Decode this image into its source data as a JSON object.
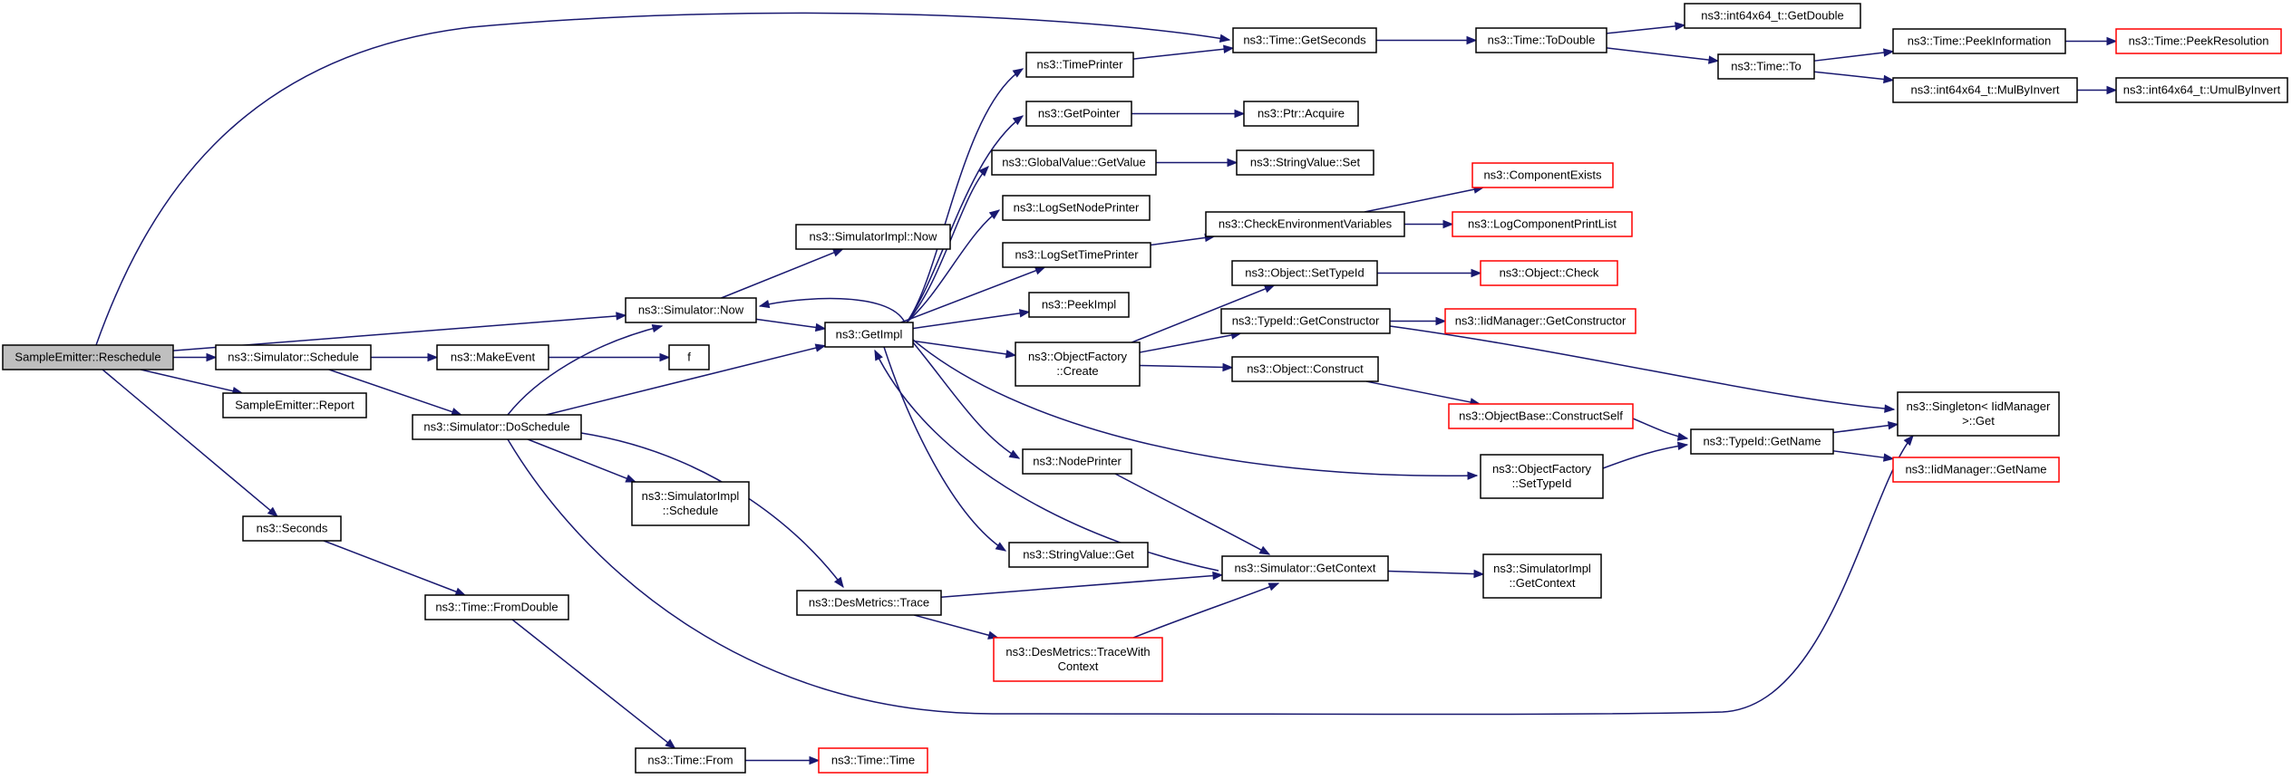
{
  "colors": {
    "edge": "#191970",
    "node_border": "#000000",
    "linked_border": "#ff0000",
    "root_fill": "#bfbfbf",
    "node_fill": "#ffffff"
  },
  "nodes": [
    {
      "id": "reschedule",
      "lines": [
        "SampleEmitter::Reschedule"
      ],
      "style": "root"
    },
    {
      "id": "schedule",
      "lines": [
        "ns3::Simulator::Schedule"
      ],
      "style": "normal"
    },
    {
      "id": "report",
      "lines": [
        "SampleEmitter::Report"
      ],
      "style": "normal"
    },
    {
      "id": "seconds",
      "lines": [
        "ns3::Seconds"
      ],
      "style": "normal"
    },
    {
      "id": "now",
      "lines": [
        "ns3::Simulator::Now"
      ],
      "style": "normal"
    },
    {
      "id": "getseconds",
      "lines": [
        "ns3::Time::GetSeconds"
      ],
      "style": "normal"
    },
    {
      "id": "makeevent",
      "lines": [
        "ns3::MakeEvent"
      ],
      "style": "normal"
    },
    {
      "id": "doschedule",
      "lines": [
        "ns3::Simulator::DoSchedule"
      ],
      "style": "normal"
    },
    {
      "id": "fromdouble",
      "lines": [
        "ns3::Time::FromDouble"
      ],
      "style": "normal"
    },
    {
      "id": "simimplnow",
      "lines": [
        "ns3::SimulatorImpl::Now"
      ],
      "style": "normal"
    },
    {
      "id": "getimpl",
      "lines": [
        "ns3::GetImpl"
      ],
      "style": "normal"
    },
    {
      "id": "f",
      "lines": [
        "f"
      ],
      "style": "normal"
    },
    {
      "id": "simimplschedule",
      "lines": [
        "ns3::SimulatorImpl",
        "::Schedule"
      ],
      "style": "normal"
    },
    {
      "id": "desmetricstrace",
      "lines": [
        "ns3::DesMetrics::Trace"
      ],
      "style": "normal"
    },
    {
      "id": "timefrom",
      "lines": [
        "ns3::Time::From"
      ],
      "style": "normal"
    },
    {
      "id": "timeprinter",
      "lines": [
        "ns3::TimePrinter"
      ],
      "style": "normal"
    },
    {
      "id": "getpointer",
      "lines": [
        "ns3::GetPointer"
      ],
      "style": "normal"
    },
    {
      "id": "globalvalue",
      "lines": [
        "ns3::GlobalValue::GetValue"
      ],
      "style": "normal"
    },
    {
      "id": "logsetnodeprinter",
      "lines": [
        "ns3::LogSetNodePrinter"
      ],
      "style": "normal"
    },
    {
      "id": "logsettimeprinter",
      "lines": [
        "ns3::LogSetTimePrinter"
      ],
      "style": "normal"
    },
    {
      "id": "peekimpl",
      "lines": [
        "ns3::PeekImpl"
      ],
      "style": "normal"
    },
    {
      "id": "objfactorycreate",
      "lines": [
        "ns3::ObjectFactory",
        "::Create"
      ],
      "style": "normal"
    },
    {
      "id": "nodeprinter",
      "lines": [
        "ns3::NodePrinter"
      ],
      "style": "normal"
    },
    {
      "id": "stringvalueget",
      "lines": [
        "ns3::StringValue::Get"
      ],
      "style": "normal"
    },
    {
      "id": "tracewithcontext",
      "lines": [
        "ns3::DesMetrics::TraceWith",
        "Context"
      ],
      "style": "linked"
    },
    {
      "id": "timetime",
      "lines": [
        "ns3::Time::Time"
      ],
      "style": "linked"
    },
    {
      "id": "ptracquire",
      "lines": [
        "ns3::Ptr::Acquire"
      ],
      "style": "normal"
    },
    {
      "id": "stringvalueset",
      "lines": [
        "ns3::StringValue::Set"
      ],
      "style": "normal"
    },
    {
      "id": "checkenv",
      "lines": [
        "ns3::CheckEnvironmentVariables"
      ],
      "style": "normal"
    },
    {
      "id": "objsettypeid",
      "lines": [
        "ns3::Object::SetTypeId"
      ],
      "style": "normal"
    },
    {
      "id": "typeidgetctor",
      "lines": [
        "ns3::TypeId::GetConstructor"
      ],
      "style": "normal"
    },
    {
      "id": "objconstruct",
      "lines": [
        "ns3::Object::Construct"
      ],
      "style": "normal"
    },
    {
      "id": "simgetcontext",
      "lines": [
        "ns3::Simulator::GetContext"
      ],
      "style": "normal"
    },
    {
      "id": "todouble",
      "lines": [
        "ns3::Time::ToDouble"
      ],
      "style": "normal"
    },
    {
      "id": "compexists",
      "lines": [
        "ns3::ComponentExists"
      ],
      "style": "linked"
    },
    {
      "id": "logcompprint",
      "lines": [
        "ns3::LogComponentPrintList"
      ],
      "style": "linked"
    },
    {
      "id": "objcheck",
      "lines": [
        "ns3::Object::Check"
      ],
      "style": "linked"
    },
    {
      "id": "iidgetctor",
      "lines": [
        "ns3::IidManager::GetConstructor"
      ],
      "style": "linked"
    },
    {
      "id": "objbasector",
      "lines": [
        "ns3::ObjectBase::ConstructSelf"
      ],
      "style": "linked"
    },
    {
      "id": "objfactorysettypeid",
      "lines": [
        "ns3::ObjectFactory",
        "::SetTypeId"
      ],
      "style": "normal"
    },
    {
      "id": "simimplgetcontext",
      "lines": [
        "ns3::SimulatorImpl",
        "::GetContext"
      ],
      "style": "normal"
    },
    {
      "id": "int64getdouble",
      "lines": [
        "ns3::int64x64_t::GetDouble"
      ],
      "style": "normal"
    },
    {
      "id": "timeto",
      "lines": [
        "ns3::Time::To"
      ],
      "style": "normal"
    },
    {
      "id": "typeidgetname",
      "lines": [
        "ns3::TypeId::GetName"
      ],
      "style": "normal"
    },
    {
      "id": "peekinfo",
      "lines": [
        "ns3::Time::PeekInformation"
      ],
      "style": "normal"
    },
    {
      "id": "mulbyinvert",
      "lines": [
        "ns3::int64x64_t::MulByInvert"
      ],
      "style": "normal"
    },
    {
      "id": "singletonget",
      "lines": [
        "ns3::Singleton< IidManager",
        " >::Get"
      ],
      "style": "normal"
    },
    {
      "id": "iidgetname",
      "lines": [
        "ns3::IidManager::GetName"
      ],
      "style": "linked"
    },
    {
      "id": "peekres",
      "lines": [
        "ns3::Time::PeekResolution"
      ],
      "style": "linked"
    },
    {
      "id": "umulbyinvert",
      "lines": [
        "ns3::int64x64_t::UmulByInvert"
      ],
      "style": "normal"
    }
  ],
  "edges": [
    {
      "from": "reschedule",
      "to": "schedule"
    },
    {
      "from": "reschedule",
      "to": "report"
    },
    {
      "from": "reschedule",
      "to": "seconds"
    },
    {
      "from": "reschedule",
      "to": "now"
    },
    {
      "from": "reschedule",
      "to": "getseconds"
    },
    {
      "from": "schedule",
      "to": "makeevent"
    },
    {
      "from": "schedule",
      "to": "doschedule"
    },
    {
      "from": "seconds",
      "to": "fromdouble"
    },
    {
      "from": "now",
      "to": "simimplnow"
    },
    {
      "from": "now",
      "to": "getimpl"
    },
    {
      "from": "makeevent",
      "to": "f"
    },
    {
      "from": "doschedule",
      "to": "now"
    },
    {
      "from": "doschedule",
      "to": "getimpl"
    },
    {
      "from": "doschedule",
      "to": "simimplschedule"
    },
    {
      "from": "doschedule",
      "to": "desmetricstrace"
    },
    {
      "from": "doschedule",
      "to": "singletonget"
    },
    {
      "from": "fromdouble",
      "to": "timefrom"
    },
    {
      "from": "getimpl",
      "to": "timeprinter"
    },
    {
      "from": "getimpl",
      "to": "getpointer"
    },
    {
      "from": "getimpl",
      "to": "globalvalue"
    },
    {
      "from": "getimpl",
      "to": "logsetnodeprinter"
    },
    {
      "from": "getimpl",
      "to": "logsettimeprinter"
    },
    {
      "from": "getimpl",
      "to": "peekimpl"
    },
    {
      "from": "getimpl",
      "to": "objfactorycreate"
    },
    {
      "from": "getimpl",
      "to": "nodeprinter"
    },
    {
      "from": "getimpl",
      "to": "stringvalueget"
    },
    {
      "from": "getimpl",
      "to": "objfactorysettypeid"
    },
    {
      "from": "getimpl",
      "to": "now"
    },
    {
      "from": "desmetricstrace",
      "to": "simgetcontext"
    },
    {
      "from": "desmetricstrace",
      "to": "tracewithcontext"
    },
    {
      "from": "timefrom",
      "to": "timetime"
    },
    {
      "from": "timeprinter",
      "to": "getseconds"
    },
    {
      "from": "getpointer",
      "to": "ptracquire"
    },
    {
      "from": "globalvalue",
      "to": "stringvalueset"
    },
    {
      "from": "logsettimeprinter",
      "to": "checkenv"
    },
    {
      "from": "objfactorycreate",
      "to": "objsettypeid"
    },
    {
      "from": "objfactorycreate",
      "to": "typeidgetctor"
    },
    {
      "from": "objfactorycreate",
      "to": "objconstruct"
    },
    {
      "from": "nodeprinter",
      "to": "simgetcontext"
    },
    {
      "from": "tracewithcontext",
      "to": "simgetcontext"
    },
    {
      "from": "simgetcontext",
      "to": "getimpl"
    },
    {
      "from": "simgetcontext",
      "to": "simimplgetcontext"
    },
    {
      "from": "getseconds",
      "to": "todouble"
    },
    {
      "from": "checkenv",
      "to": "compexists"
    },
    {
      "from": "checkenv",
      "to": "logcompprint"
    },
    {
      "from": "objsettypeid",
      "to": "objcheck"
    },
    {
      "from": "typeidgetctor",
      "to": "iidgetctor"
    },
    {
      "from": "typeidgetctor",
      "to": "singletonget"
    },
    {
      "from": "objconstruct",
      "to": "objbasector"
    },
    {
      "from": "objbasector",
      "to": "typeidgetname"
    },
    {
      "from": "objfactorysettypeid",
      "to": "typeidgetname"
    },
    {
      "from": "todouble",
      "to": "int64getdouble"
    },
    {
      "from": "todouble",
      "to": "timeto"
    },
    {
      "from": "timeto",
      "to": "peekinfo"
    },
    {
      "from": "timeto",
      "to": "mulbyinvert"
    },
    {
      "from": "typeidgetname",
      "to": "singletonget"
    },
    {
      "from": "typeidgetname",
      "to": "iidgetname"
    },
    {
      "from": "peekinfo",
      "to": "peekres"
    },
    {
      "from": "mulbyinvert",
      "to": "umulbyinvert"
    }
  ]
}
